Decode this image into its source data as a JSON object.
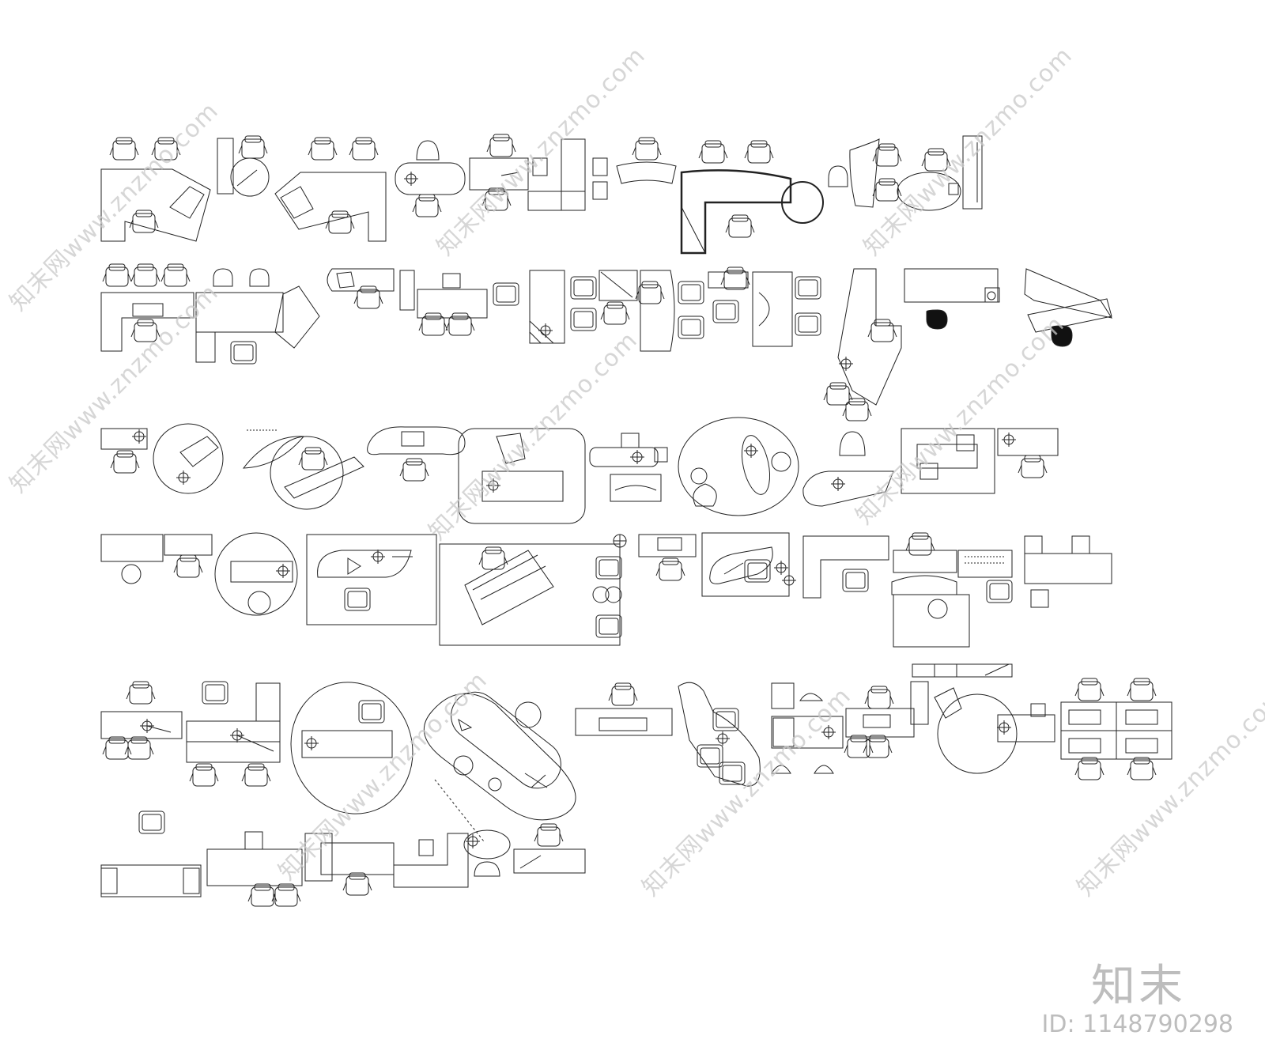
{
  "watermark": {
    "text": "知末网www.znzmo.com",
    "brand": "知末",
    "id_label": "ID: 1148790298"
  },
  "colors": {
    "line": "#222222",
    "watermark": "#c9c9c9",
    "background": "#ffffff"
  },
  "legend_rows": [
    {
      "name": "row-1",
      "blocks": 14
    },
    {
      "name": "row-2",
      "blocks": 12
    },
    {
      "name": "row-3",
      "blocks": 12
    },
    {
      "name": "row-4",
      "blocks": 12
    },
    {
      "name": "row-5",
      "blocks": 11
    },
    {
      "name": "row-6",
      "blocks": 6
    }
  ]
}
